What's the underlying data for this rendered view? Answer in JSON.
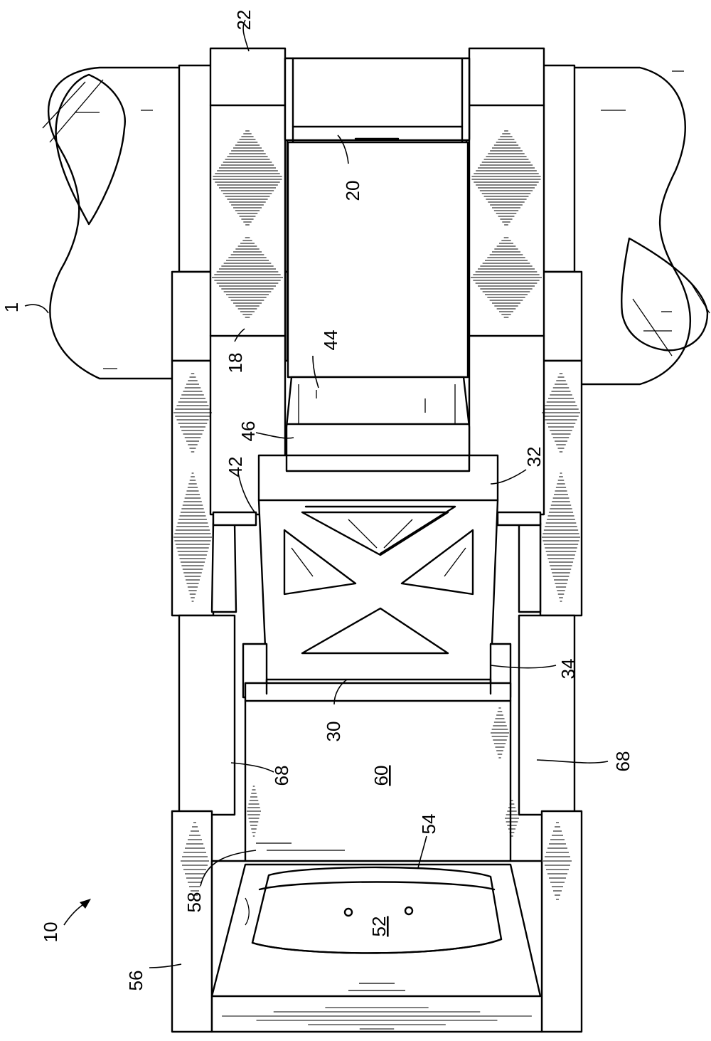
{
  "figure": {
    "reference_labels": {
      "r1": "1",
      "r10": "10",
      "r18": "18",
      "r20": "20",
      "r22": "22",
      "r30": "30",
      "r32": "32",
      "r34": "34",
      "r42": "42",
      "r44": "44",
      "r46": "46",
      "r52": "52",
      "r54": "54",
      "r56": "56",
      "r58": "58",
      "r60": "60",
      "r68_left": "68",
      "r68_right": "68"
    }
  }
}
